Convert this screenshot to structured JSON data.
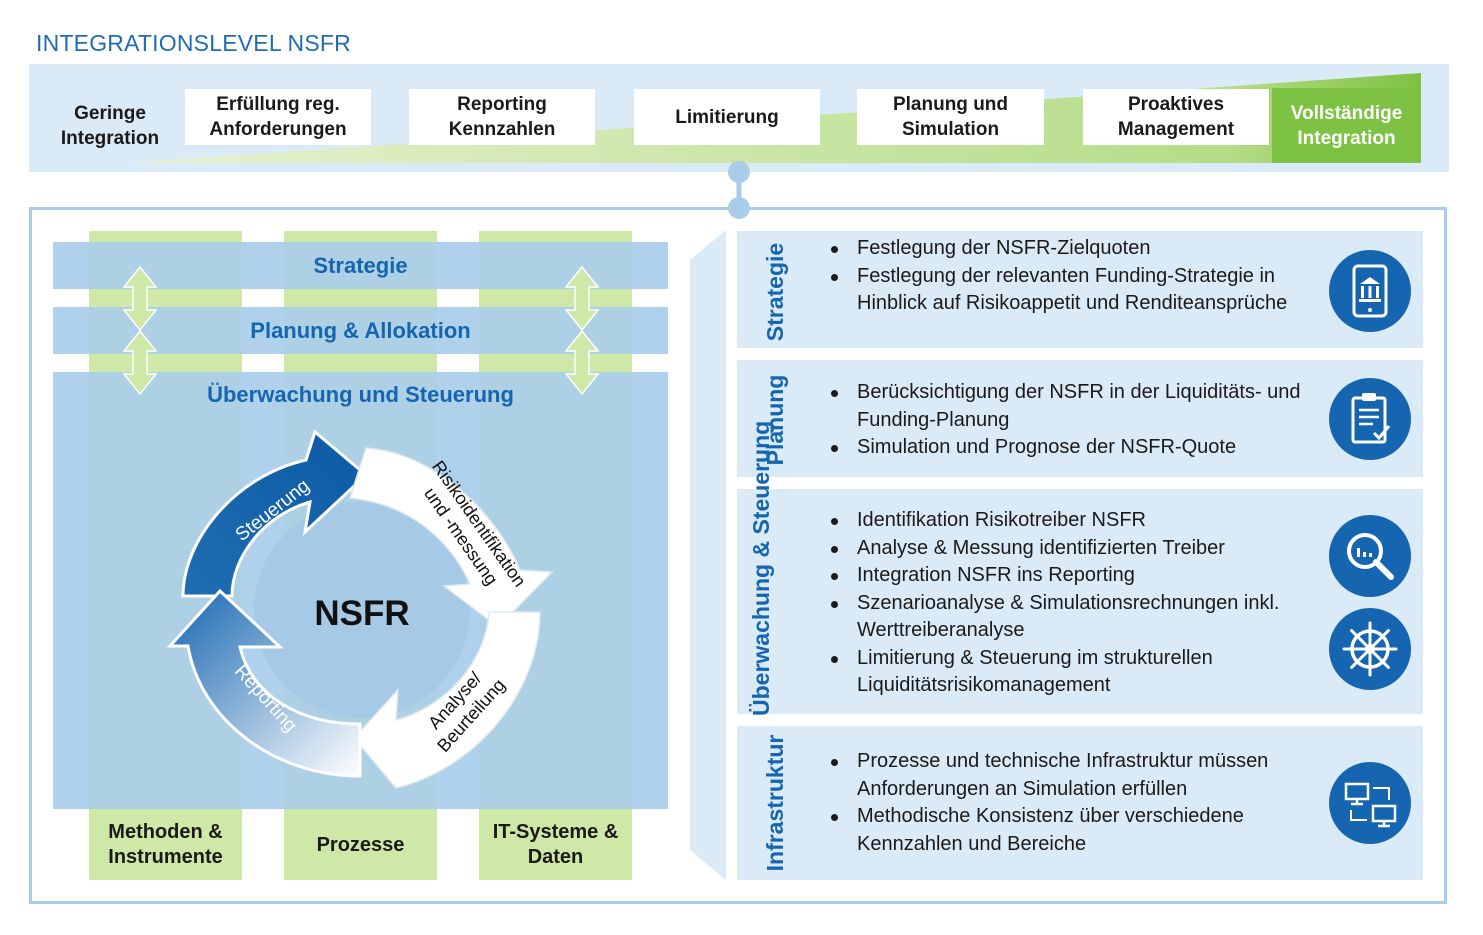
{
  "title": "INTEGRATIONSLEVEL NSFR",
  "levels": {
    "start": "Geringe Integration",
    "steps": [
      "Erfüllung reg. Anforderungen",
      "Reporting Kennzahlen",
      "Limitierung",
      "Planung und Simulation",
      "Proaktives Management"
    ],
    "end": "Vollständige Integration"
  },
  "framework": {
    "bands": [
      "Strategie",
      "Planung & Allokation",
      "Überwachung und Steuerung"
    ],
    "pillars": [
      "Methoden & Instrumente",
      "Prozesse",
      "IT-Systeme & Daten"
    ],
    "cycle_center": "NSFR",
    "cycle_steps": [
      "Steuerung",
      "Risikoidentifikation und -messung",
      "Analyse/ Beurteilung",
      "Reporting"
    ]
  },
  "sections": [
    {
      "label": "Strategie",
      "icon": "bank-tablet-icon",
      "bullets": [
        "Festlegung der NSFR-Zielquoten",
        "Festlegung der relevanten Funding-Strategie in Hinblick auf Risikoappetit und Renditeansprüche"
      ]
    },
    {
      "label": "Planung",
      "icon": "clipboard-check-icon",
      "bullets": [
        "Berücksichtigung der NSFR in der Liquiditäts- und Funding-Planung",
        "Simulation und Prognose der NSFR-Quote"
      ]
    },
    {
      "label": "Überwachung & Steuerung",
      "icon": "magnifier-chart-icon",
      "icon2": "ship-wheel-icon",
      "bullets": [
        "Identifikation Risikotreiber NSFR",
        "Analyse & Messung identifizierten Treiber",
        "Integration NSFR ins Reporting",
        "Szenarioanalyse & Simulationsrechnungen inkl. Werttreiberanalyse",
        "Limitierung & Steuerung im strukturellen Liquiditätsrisikomanagement"
      ]
    },
    {
      "label": "Infrastruktur",
      "icon": "monitors-icon",
      "bullets": [
        "Prozesse und technische Infrastruktur müssen Anforderungen an Simulation erfüllen",
        "Methodische Konsistenz über verschiedene Kennzahlen und Bereiche"
      ]
    }
  ],
  "colors": {
    "accent_blue": "#1565b0",
    "light_blue": "#daeaf6",
    "light_green": "#cde8a7",
    "green": "#7dc242"
  }
}
